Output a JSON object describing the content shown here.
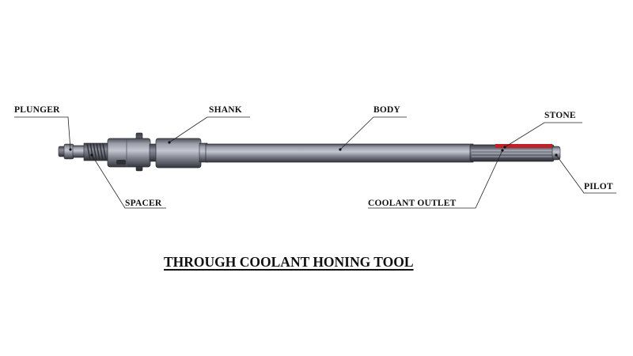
{
  "title": "THROUGH COOLANT HONING TOOL",
  "labels": {
    "plunger": "PLUNGER",
    "shank": "SHANK",
    "body": "BODY",
    "stone": "STONE",
    "spacer": "SPACER",
    "coolant_outlet": "COOLANT OUTLET",
    "pilot": "PILOT"
  },
  "colors": {
    "background": "#ffffff",
    "text": "#111111",
    "steel_dark": "#3c3e46",
    "steel_mid": "#7c7f8a",
    "steel_light": "#b9bcc6",
    "stone": "#c0202a",
    "leader": "#222222"
  }
}
